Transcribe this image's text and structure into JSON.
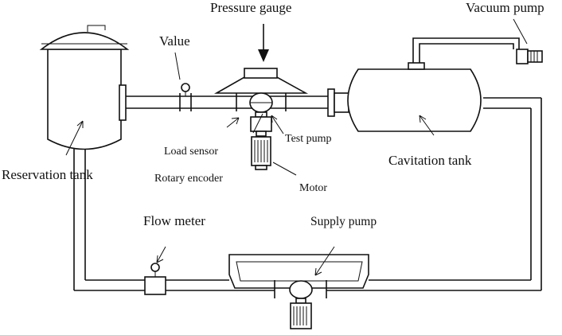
{
  "labels": {
    "pressure_gauge": "Pressure gauge",
    "vacuum_pump": "Vacuum pump",
    "value": "Value",
    "reservation_tank": "Reservation tank",
    "load_sensor": "Load sensor",
    "rotary_encoder": "Rotary encoder",
    "test_pump": "Test pump",
    "motor": "Motor",
    "cavitation_tank": "Cavitation tank",
    "flow_meter": "Flow meter",
    "supply_pump": "Supply pump"
  }
}
